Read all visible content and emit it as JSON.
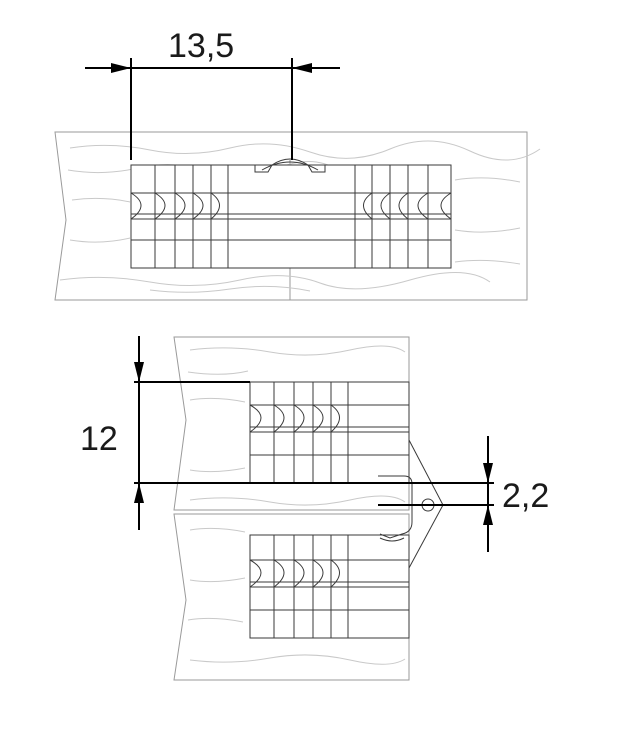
{
  "drawing": {
    "top_view": {
      "dimension": {
        "value": "13,5"
      }
    },
    "side_view": {
      "dimension_height": {
        "value": "12"
      },
      "dimension_gap": {
        "value": "2,2"
      }
    }
  }
}
